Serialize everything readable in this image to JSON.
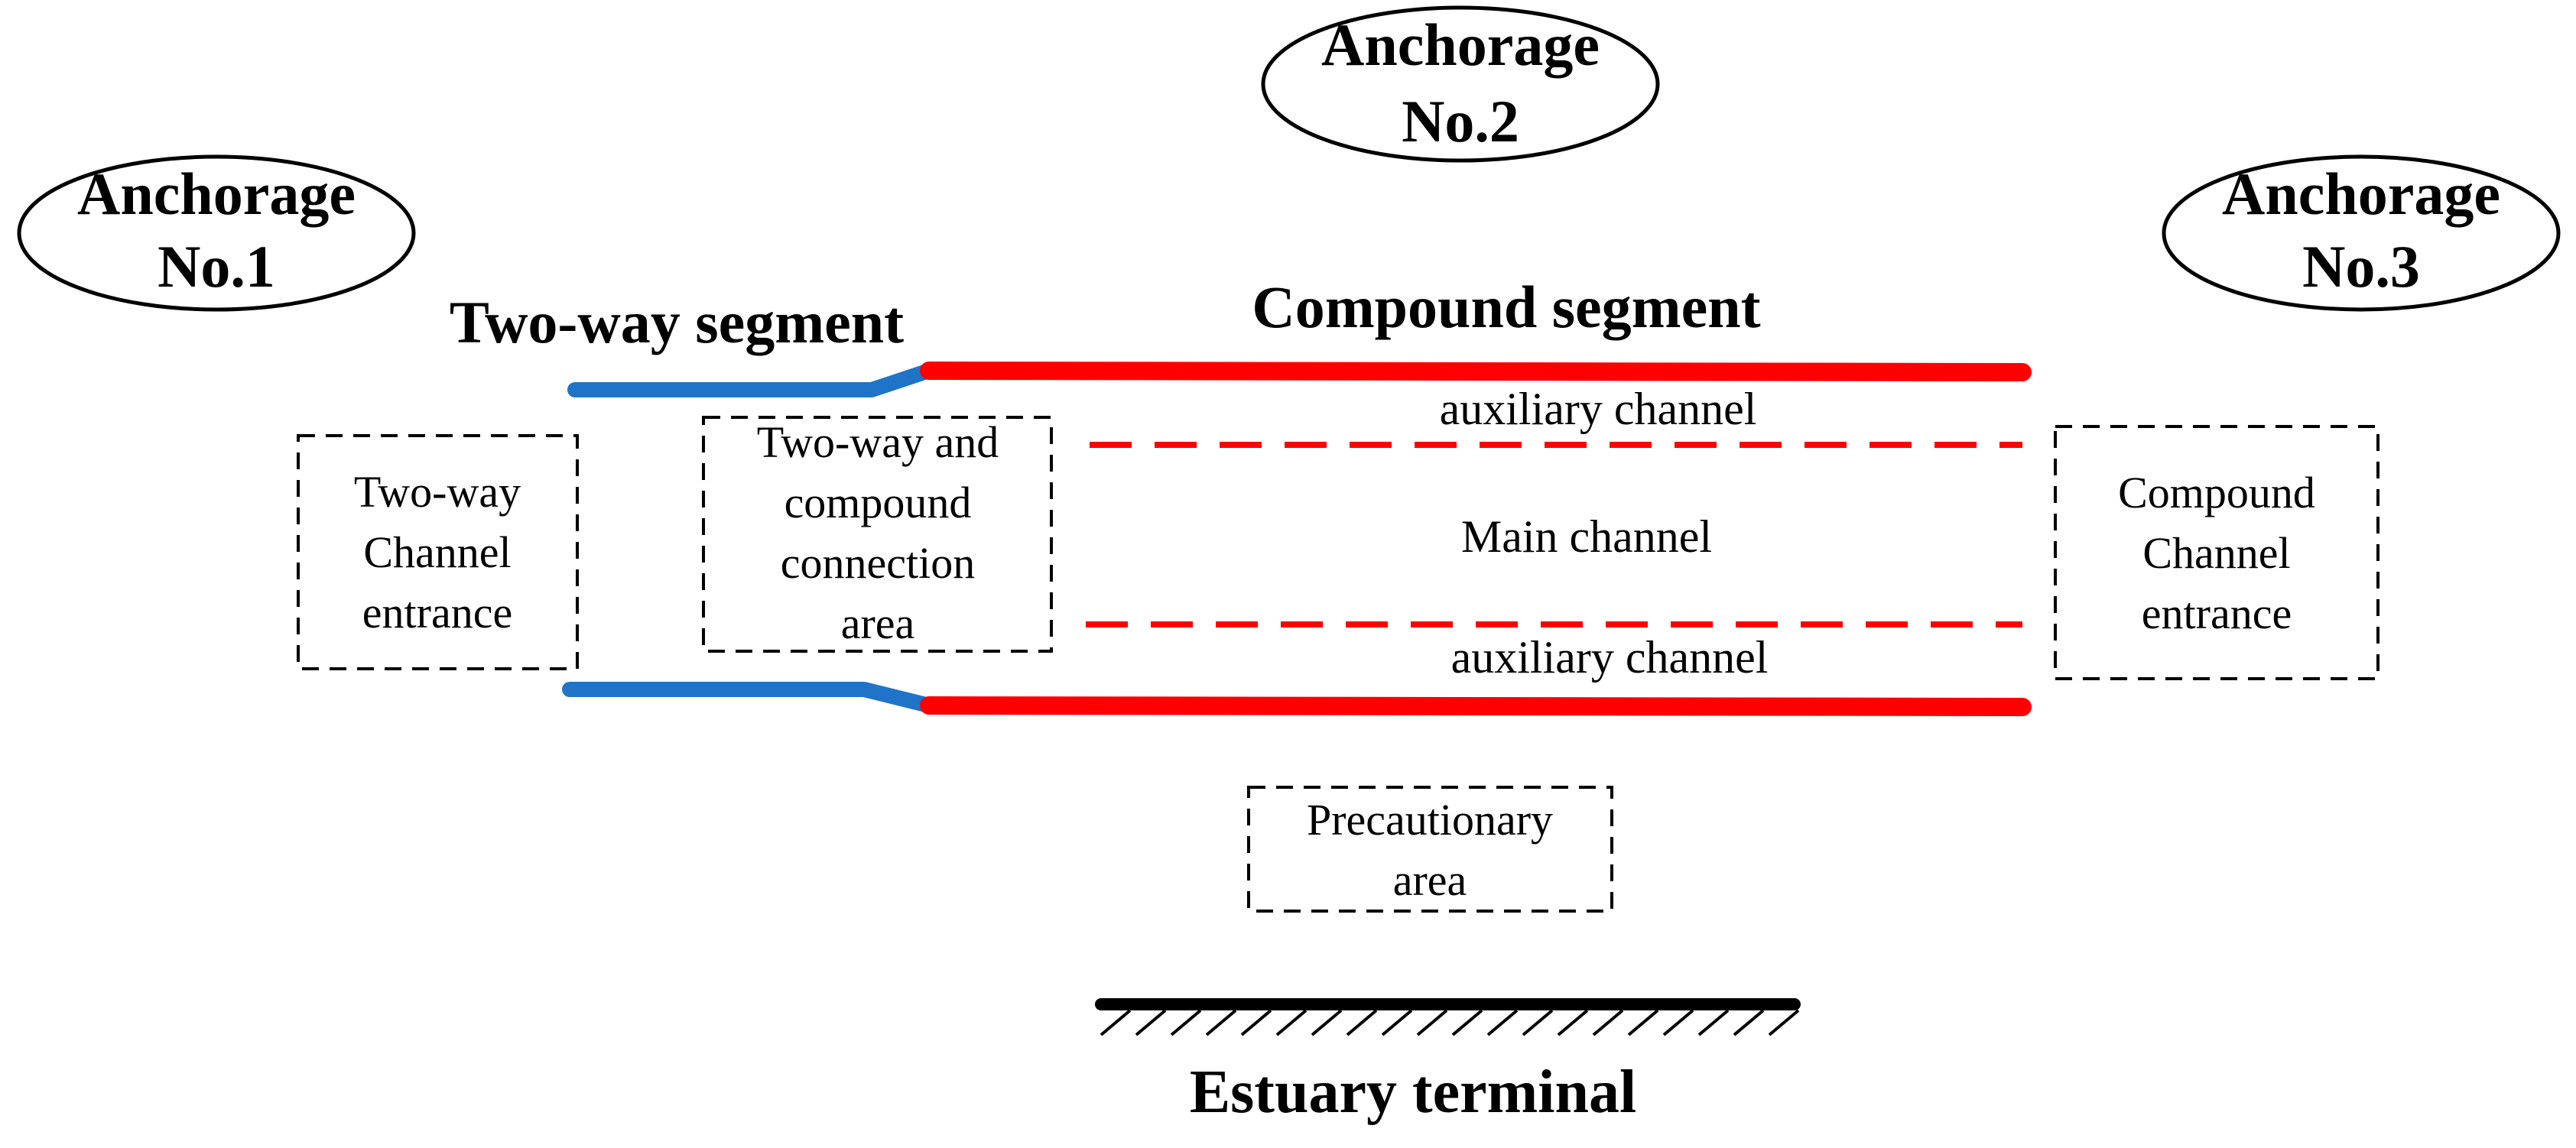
{
  "anchorages": [
    {
      "line1": "Anchorage",
      "line2": "No.1"
    },
    {
      "line1": "Anchorage",
      "line2": "No.2"
    },
    {
      "line1": "Anchorage",
      "line2": "No.3"
    }
  ],
  "segments": {
    "two_way": "Two-way segment",
    "compound": "Compound segment"
  },
  "channels": {
    "auxiliary_top": "auxiliary channel",
    "main": "Main channel",
    "auxiliary_bottom": "auxiliary channel"
  },
  "areas": {
    "two_way_entrance": [
      "Two-way",
      "Channel",
      "entrance"
    ],
    "connection_area": [
      "Two-way and",
      "compound",
      "connection",
      "area"
    ],
    "compound_entrance": [
      "Compound",
      "Channel",
      "entrance"
    ],
    "precautionary_area": [
      "Precautionary",
      "area"
    ]
  },
  "terminal": {
    "label": "Estuary terminal"
  },
  "colors": {
    "two_way_line": "#1f74c8",
    "compound_line": "#ff0000",
    "text": "#000000"
  }
}
